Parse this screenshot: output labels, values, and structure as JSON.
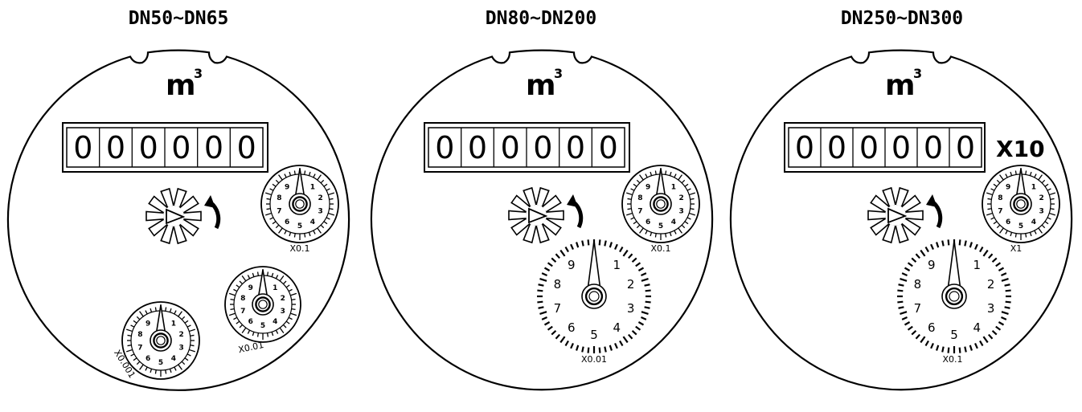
{
  "colors": {
    "ink": "#000000",
    "face": "#ffffff"
  },
  "meters": [
    {
      "title": "DN50~DN65",
      "unit": "m",
      "unit_sup": "3",
      "digits": [
        "0",
        "0",
        "0",
        "0",
        "0",
        "0"
      ],
      "multiplier": "",
      "flow_indicator_icon": "star-wheel-icon",
      "rotation_icon": "curved-arrow-icon",
      "dials": [
        {
          "label": "X0.1",
          "numbers": [
            "1",
            "2",
            "3",
            "4",
            "5",
            "6",
            "7",
            "8",
            "9"
          ],
          "pointer_value": 0,
          "size": "small"
        },
        {
          "label": "X0.01",
          "numbers": [
            "1",
            "2",
            "3",
            "4",
            "5",
            "6",
            "7",
            "8",
            "9"
          ],
          "pointer_value": 0,
          "size": "small"
        },
        {
          "label": "X0.001",
          "numbers": [
            "1",
            "2",
            "3",
            "4",
            "5",
            "6",
            "7",
            "8",
            "9"
          ],
          "pointer_value": 0,
          "size": "small"
        }
      ]
    },
    {
      "title": "DN80~DN200",
      "unit": "m",
      "unit_sup": "3",
      "digits": [
        "0",
        "0",
        "0",
        "0",
        "0",
        "0"
      ],
      "multiplier": "",
      "flow_indicator_icon": "star-wheel-icon",
      "rotation_icon": "curved-arrow-icon",
      "dials": [
        {
          "label": "X0.1",
          "numbers": [
            "1",
            "2",
            "3",
            "4",
            "5",
            "6",
            "7",
            "8",
            "9"
          ],
          "pointer_value": 0,
          "size": "small"
        },
        {
          "label": "X0.01",
          "numbers": [
            "1",
            "2",
            "3",
            "4",
            "5",
            "6",
            "7",
            "8",
            "9"
          ],
          "pointer_value": 0,
          "size": "large"
        }
      ]
    },
    {
      "title": "DN250~DN300",
      "unit": "m",
      "unit_sup": "3",
      "digits": [
        "0",
        "0",
        "0",
        "0",
        "0",
        "0"
      ],
      "multiplier": "X10",
      "flow_indicator_icon": "star-wheel-icon",
      "rotation_icon": "curved-arrow-icon",
      "dials": [
        {
          "label": "X1",
          "numbers": [
            "1",
            "2",
            "3",
            "4",
            "5",
            "6",
            "7",
            "8",
            "9"
          ],
          "pointer_value": 0,
          "size": "small"
        },
        {
          "label": "X0.1",
          "numbers": [
            "1",
            "2",
            "3",
            "4",
            "5",
            "6",
            "7",
            "8",
            "9"
          ],
          "pointer_value": 0,
          "size": "large"
        }
      ]
    }
  ]
}
